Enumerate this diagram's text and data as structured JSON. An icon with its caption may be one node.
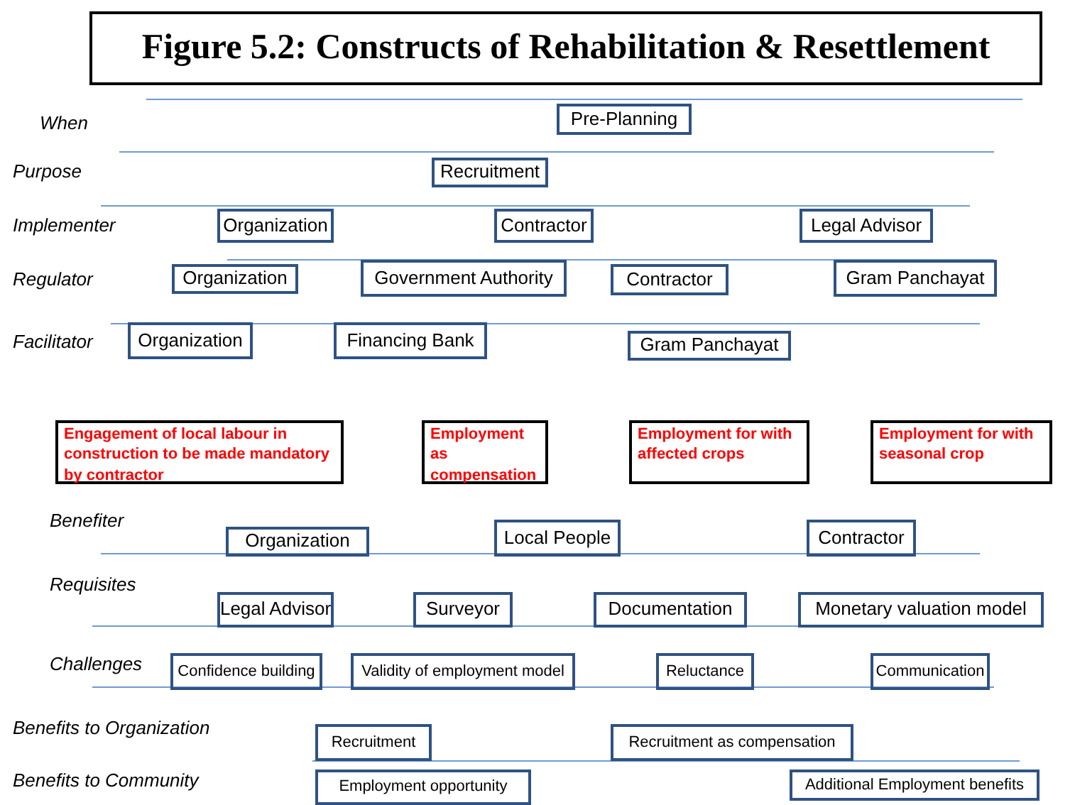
{
  "diagram": {
    "title": "Figure 5.2: Constructs of Rehabilitation & Resettlement",
    "nodes": [
      {
        "text": [
          "Pre-Planning"
        ]
      },
      {
        "text": [
          "Recruitment"
        ]
      },
      {
        "text": [
          "Organization"
        ]
      },
      {
        "text": [
          "Contractor"
        ]
      },
      {
        "text": [
          "Legal Advisor"
        ]
      },
      {
        "text": [
          "Organization"
        ]
      },
      {
        "text": [
          "Government Authority"
        ]
      },
      {
        "text": [
          "Contractor"
        ]
      },
      {
        "text": [
          "Gram Panchayat"
        ]
      },
      {
        "text": [
          "Organization"
        ]
      },
      {
        "text": [
          "Financing Bank"
        ]
      },
      {
        "text": [
          "Gram Panchayat"
        ]
      },
      {
        "text": [
          "Engagement of local labour in construction to be made mandatory by contractor"
        ]
      },
      {
        "text": [
          "Employment as compensation"
        ]
      },
      {
        "text": [
          "Employment for with affected crops"
        ]
      },
      {
        "text": [
          "Employment for with seasonal crop"
        ]
      },
      {
        "text": [
          "Organization"
        ]
      },
      {
        "text": [
          "Local People"
        ]
      },
      {
        "text": [
          "Contractor"
        ]
      },
      {
        "text": [
          "Legal Advisor"
        ]
      },
      {
        "text": [
          "Surveyor"
        ]
      },
      {
        "text": [
          "Documentation"
        ]
      },
      {
        "text": [
          "Monetary valuation model"
        ]
      },
      {
        "text": [
          "Confidence building"
        ]
      },
      {
        "text": [
          "Validity of employment model"
        ]
      },
      {
        "text": [
          "Reluctance"
        ]
      },
      {
        "text": [
          "Communication"
        ]
      },
      {
        "text": [
          "Recruitment"
        ]
      },
      {
        "text": [
          "Recruitment as compensation"
        ]
      },
      {
        "text": [
          "Employment opportunity"
        ]
      },
      {
        "text": [
          "Additional Employment benefits"
        ]
      }
    ],
    "labels": [
      "When",
      "Purpose",
      "Implementer",
      "Regulator",
      "Facilitator",
      "Benefiter",
      "Requisites",
      "Challenges",
      "Benefits to Organization",
      "Benefits to Community"
    ]
  }
}
